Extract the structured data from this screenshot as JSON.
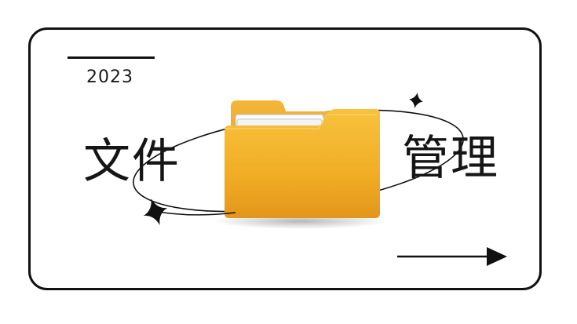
{
  "year": "2023",
  "title": {
    "left": "文件",
    "right": "管理"
  },
  "icons": {
    "folder": "folder-icon",
    "sparkle": "sparkle-icon",
    "arrow": "arrow-right-icon"
  },
  "colors": {
    "border": "#111111",
    "folder_front": "#f2b127",
    "folder_back": "#e89b1c",
    "paper": "#e9ecef"
  }
}
